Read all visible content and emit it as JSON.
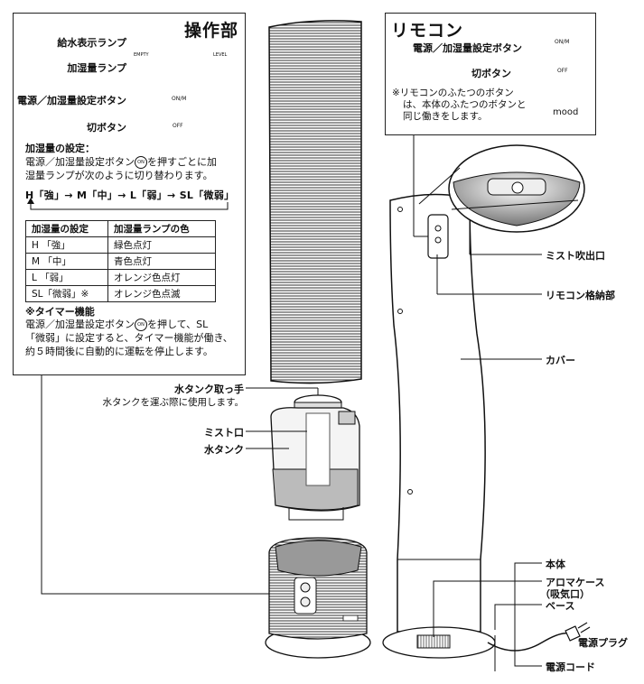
{
  "control_panel": {
    "title": "操作部",
    "labels": {
      "water_lamp": "給水表示ランプ",
      "level_lamp": "加湿量ランプ",
      "power_button": "電源／加湿量設定ボタン",
      "off_button": "切ボタン"
    },
    "panel_marks": {
      "empty": "EMPTY",
      "level": "LEVEL",
      "on_level": "ON/M",
      "off": "OFF"
    },
    "setting_heading": "加湿量の設定：",
    "setting_text_1": "電源／加湿量設定ボタン",
    "setting_text_2": "を押すごとに加",
    "setting_text_3": "湿量ランプが次のように切り替わります。",
    "sequence": "H「強」→ M「中」→ L「弱」→ SL「微弱」",
    "table": {
      "headers": [
        "加湿量の設定",
        "加湿量ランプの色"
      ],
      "rows": [
        [
          "H 「強」",
          "緑色点灯"
        ],
        [
          "M 「中」",
          "青色点灯"
        ],
        [
          "L 「弱」",
          "オレンジ色点灯"
        ],
        [
          "SL「微弱」※",
          "オレンジ色点滅"
        ]
      ]
    },
    "timer_heading": "※タイマー機能",
    "timer_text_1": "電源／加湿量設定ボタン",
    "timer_text_2": "を押して、SL",
    "timer_text_3": "「微弱」に設定すると、タイマー機能が働き、",
    "timer_text_4": "約５時間後に自動的に運転を停止します。"
  },
  "remote": {
    "title": "リモコン",
    "power_button": "電源／加湿量設定ボタン",
    "off_button": "切ボタン",
    "note_1": "※リモコンのふたつのボタン",
    "note_2": "は、本体のふたつのボタンと",
    "note_3": "同じ働きをします。",
    "brand": "mood",
    "on_mark": "ON/M",
    "off_mark": "OFF"
  },
  "parts": {
    "tank_handle": "水タンク取っ手",
    "tank_handle_note": "水タンクを運ぶ際に使用します。",
    "mist_port": "ミスト口",
    "water_tank": "水タンク",
    "mist_outlet": "ミスト吹出口",
    "remote_storage": "リモコン格納部",
    "cover": "カバー",
    "main_body": "本体",
    "aroma_case": "アロマケース",
    "aroma_case_sub": "（吸気口）",
    "base": "ベース",
    "power_plug": "電源プラグ",
    "power_cord": "電源コード"
  }
}
